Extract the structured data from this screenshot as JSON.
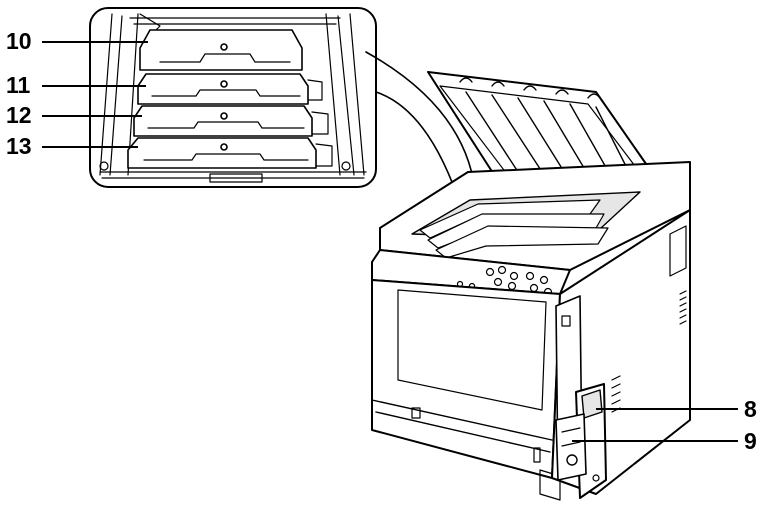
{
  "callouts": [
    {
      "label": "10",
      "part": "toner-slot-1"
    },
    {
      "label": "11",
      "part": "toner-slot-2"
    },
    {
      "label": "12",
      "part": "toner-slot-3"
    },
    {
      "label": "13",
      "part": "toner-slot-4"
    },
    {
      "label": "8",
      "part": "side-cover-latch"
    },
    {
      "label": "9",
      "part": "waste-toner-box"
    }
  ],
  "colors": {
    "line": "#000000",
    "fill": "#ffffff",
    "shade": "#e6e6e6"
  }
}
